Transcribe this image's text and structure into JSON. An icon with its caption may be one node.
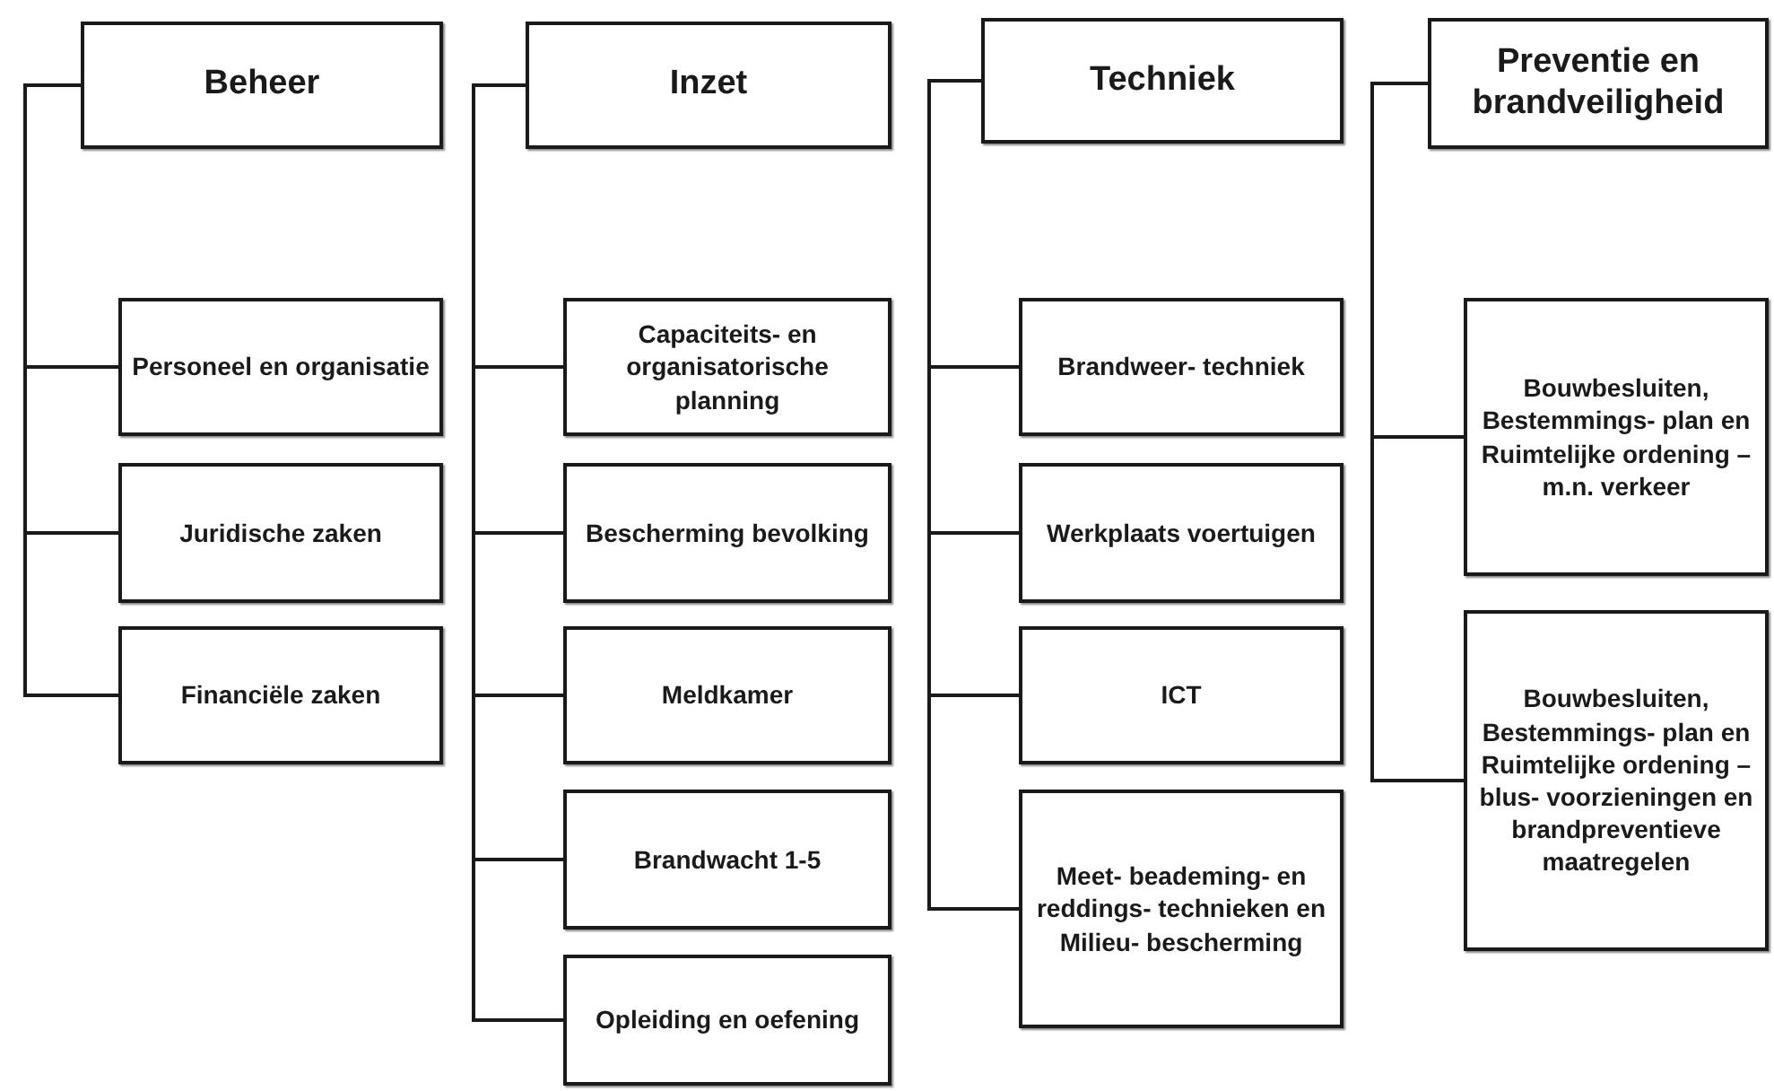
{
  "diagram": {
    "nodes": [
      {
        "text": [
          "Beheer"
        ]
      },
      {
        "text": [
          "Personeel en organisatie"
        ]
      },
      {
        "text": [
          "Juridische zaken"
        ]
      },
      {
        "text": [
          "Financiële zaken"
        ]
      },
      {
        "text": [
          "Inzet"
        ]
      },
      {
        "text": [
          "Capaciteits- en organisatorische planning"
        ]
      },
      {
        "text": [
          "Bescherming bevolking"
        ]
      },
      {
        "text": [
          "Meldkamer"
        ]
      },
      {
        "text": [
          "Brandwacht 1-5"
        ]
      },
      {
        "text": [
          "Opleiding en oefening"
        ]
      },
      {
        "text": [
          "Techniek"
        ]
      },
      {
        "text": [
          "Brandweer- techniek"
        ]
      },
      {
        "text": [
          "Werkplaats voertuigen"
        ]
      },
      {
        "text": [
          "ICT"
        ]
      },
      {
        "text": [
          "Meet- beademing- en reddings- technieken en Milieu- bescherming"
        ]
      },
      {
        "text": [
          "Preventie en brandveiligheid"
        ]
      },
      {
        "text": [
          "Bouwbesluiten, Bestemmings- plan en Ruimtelijke ordening – m.n. verkeer"
        ]
      },
      {
        "text": [
          "Bouwbesluiten, Bestemmings- plan en Ruimtelijke ordening – blus- voorzieningen en brandpreventieve maatregelen"
        ]
      }
    ],
    "edges": [
      {
        "from": 0,
        "to": 1,
        "arrow": "none"
      },
      {
        "from": 0,
        "to": 2,
        "arrow": "none"
      },
      {
        "from": 0,
        "to": 3,
        "arrow": "none"
      },
      {
        "from": 4,
        "to": 5,
        "arrow": "none"
      },
      {
        "from": 4,
        "to": 6,
        "arrow": "none"
      },
      {
        "from": 4,
        "to": 7,
        "arrow": "none"
      },
      {
        "from": 4,
        "to": 8,
        "arrow": "none"
      },
      {
        "from": 4,
        "to": 9,
        "arrow": "none"
      },
      {
        "from": 10,
        "to": 11,
        "arrow": "none"
      },
      {
        "from": 10,
        "to": 12,
        "arrow": "none"
      },
      {
        "from": 10,
        "to": 13,
        "arrow": "none"
      },
      {
        "from": 10,
        "to": 14,
        "arrow": "none"
      },
      {
        "from": 15,
        "to": 16,
        "arrow": "none"
      },
      {
        "from": 15,
        "to": 17,
        "arrow": "none"
      }
    ]
  }
}
